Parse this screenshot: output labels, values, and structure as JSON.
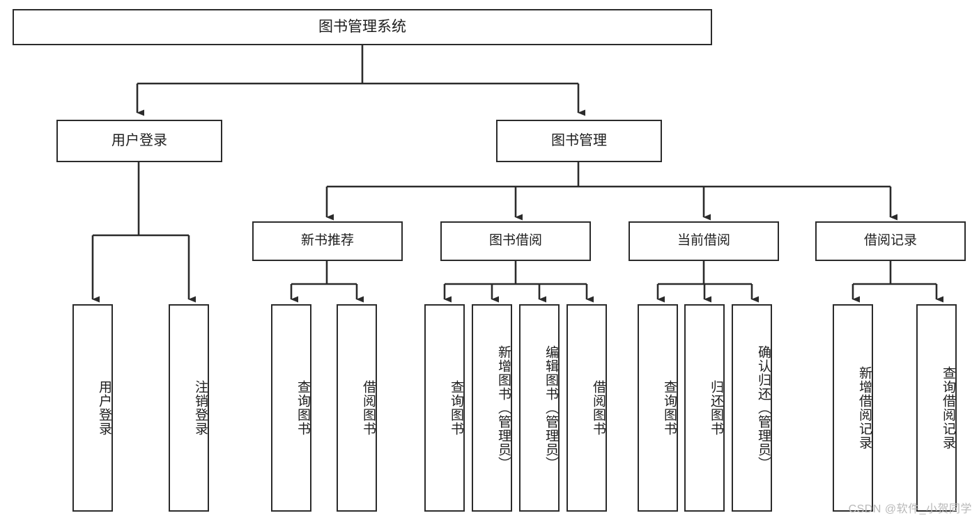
{
  "diagram": {
    "type": "hierarchy-tree",
    "title": "图书管理系统",
    "watermark": "CSDN @软件_小贺同学",
    "colors": {
      "background": "#ffffff",
      "stroke": "#2b2b2b",
      "text": "#1d1d1d",
      "watermark": "#b9b9b9"
    },
    "root": {
      "label": "图书管理系统"
    },
    "level1": [
      {
        "label": "用户登录"
      },
      {
        "label": "图书管理"
      }
    ],
    "level2": [
      {
        "label": "新书推荐"
      },
      {
        "label": "图书借阅"
      },
      {
        "label": "当前借阅"
      },
      {
        "label": "借阅记录"
      }
    ],
    "leaves": {
      "user_login": [
        {
          "label": "用户登录"
        },
        {
          "label": "注销登录"
        }
      ],
      "new_book_recommend": [
        {
          "label": "查询图书"
        },
        {
          "label": "借阅图书"
        }
      ],
      "book_borrow": [
        {
          "label": "查询图书"
        },
        {
          "label": "新增图书（管理员）"
        },
        {
          "label": "编辑图书（管理员）"
        },
        {
          "label": "借阅图书"
        }
      ],
      "current_borrow": [
        {
          "label": "查询图书"
        },
        {
          "label": "归还图书"
        },
        {
          "label": "确认归还（管理员）"
        }
      ],
      "borrow_record": [
        {
          "label": "新增借阅记录"
        },
        {
          "label": "查询借阅记录"
        }
      ]
    }
  }
}
